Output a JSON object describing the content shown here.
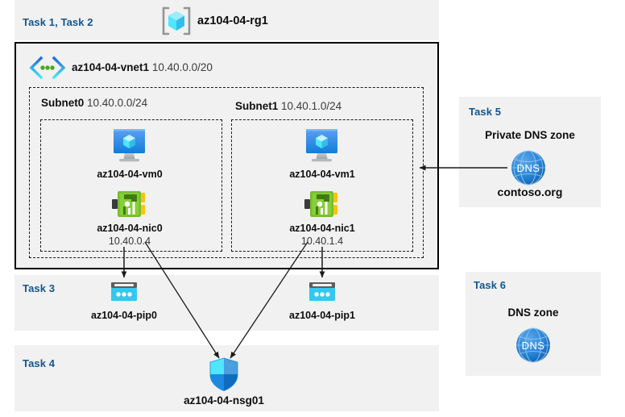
{
  "diagram": {
    "title_area": {
      "task_label": "Task 1, Task 2",
      "resource_group_name": "az104-04-rg1",
      "resource_group_icon": "resource-group-icon"
    },
    "vnet": {
      "name": "az104-04-vnet1",
      "cidr": "10.40.0.0/20",
      "icon": "virtual-network-icon"
    },
    "subnets": [
      {
        "name": "Subnet0",
        "cidr": "10.40.0.0/24",
        "vm": {
          "name": "az104-04-vm0",
          "icon": "virtual-machine-icon"
        },
        "nic": {
          "name": "az104-04-nic0",
          "ip": "10.40.0.4",
          "icon": "network-interface-icon"
        }
      },
      {
        "name": "Subnet1",
        "cidr": "10.40.1.0/24",
        "vm": {
          "name": "az104-04-vm1",
          "icon": "virtual-machine-icon"
        },
        "nic": {
          "name": "az104-04-nic1",
          "ip": "10.40.1.4",
          "icon": "network-interface-icon"
        }
      }
    ],
    "task3": {
      "task_label": "Task 3",
      "public_ips": [
        {
          "name": "az104-04-pip0",
          "icon": "public-ip-address-icon"
        },
        {
          "name": "az104-04-pip1",
          "icon": "public-ip-address-icon"
        }
      ]
    },
    "task4": {
      "task_label": "Task 4",
      "nsg": {
        "name": "az104-04-nsg01",
        "icon": "network-security-group-icon"
      }
    },
    "task5": {
      "task_label": "Task 5",
      "zone_title": "Private DNS zone",
      "zone_name": "contoso.org",
      "icon": "dns-zone-icon",
      "icon_text": "DNS"
    },
    "task6": {
      "task_label": "Task 6",
      "zone_title": "DNS zone",
      "icon": "dns-zone-icon",
      "icon_text": "DNS"
    },
    "colors": {
      "task_label": "#14558f",
      "panel_bg": "#f1f1f1",
      "page_bg": "#ffffff",
      "outline": "#000000",
      "azure_blue": "#0078d4",
      "cyan": "#32c8f0",
      "nic_green": "#5fb424",
      "dns_blue": "#1f7fd4",
      "connector": "#1a1a1a"
    }
  }
}
